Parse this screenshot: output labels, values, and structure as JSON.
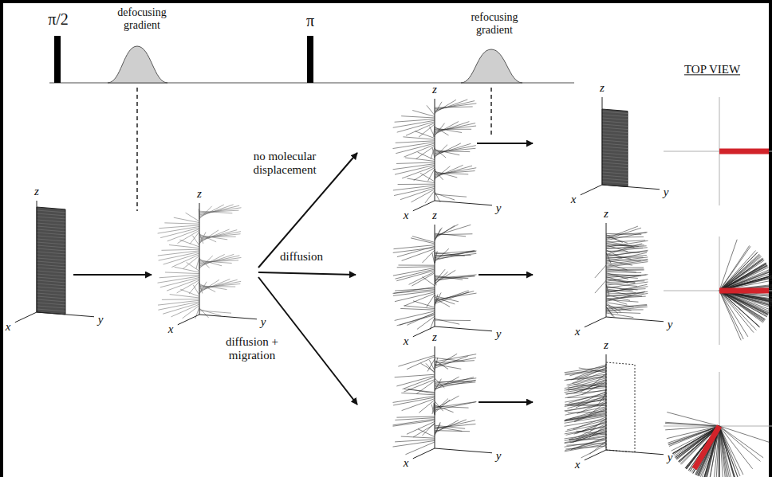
{
  "diagram": {
    "labels": [
      "π/2",
      "defocusing gradient",
      "π",
      "refocusing gradient",
      "TOP VIEW",
      "z",
      "x",
      "y",
      "z",
      "x",
      "y",
      "no molecular displacement",
      "diffusion",
      "diffusion + migration",
      "z",
      "x",
      "y",
      "z",
      "x",
      "y",
      "z",
      "x",
      "y",
      "z",
      "x",
      "y",
      "z",
      "x",
      "y",
      "z",
      "x",
      "y"
    ]
  }
}
